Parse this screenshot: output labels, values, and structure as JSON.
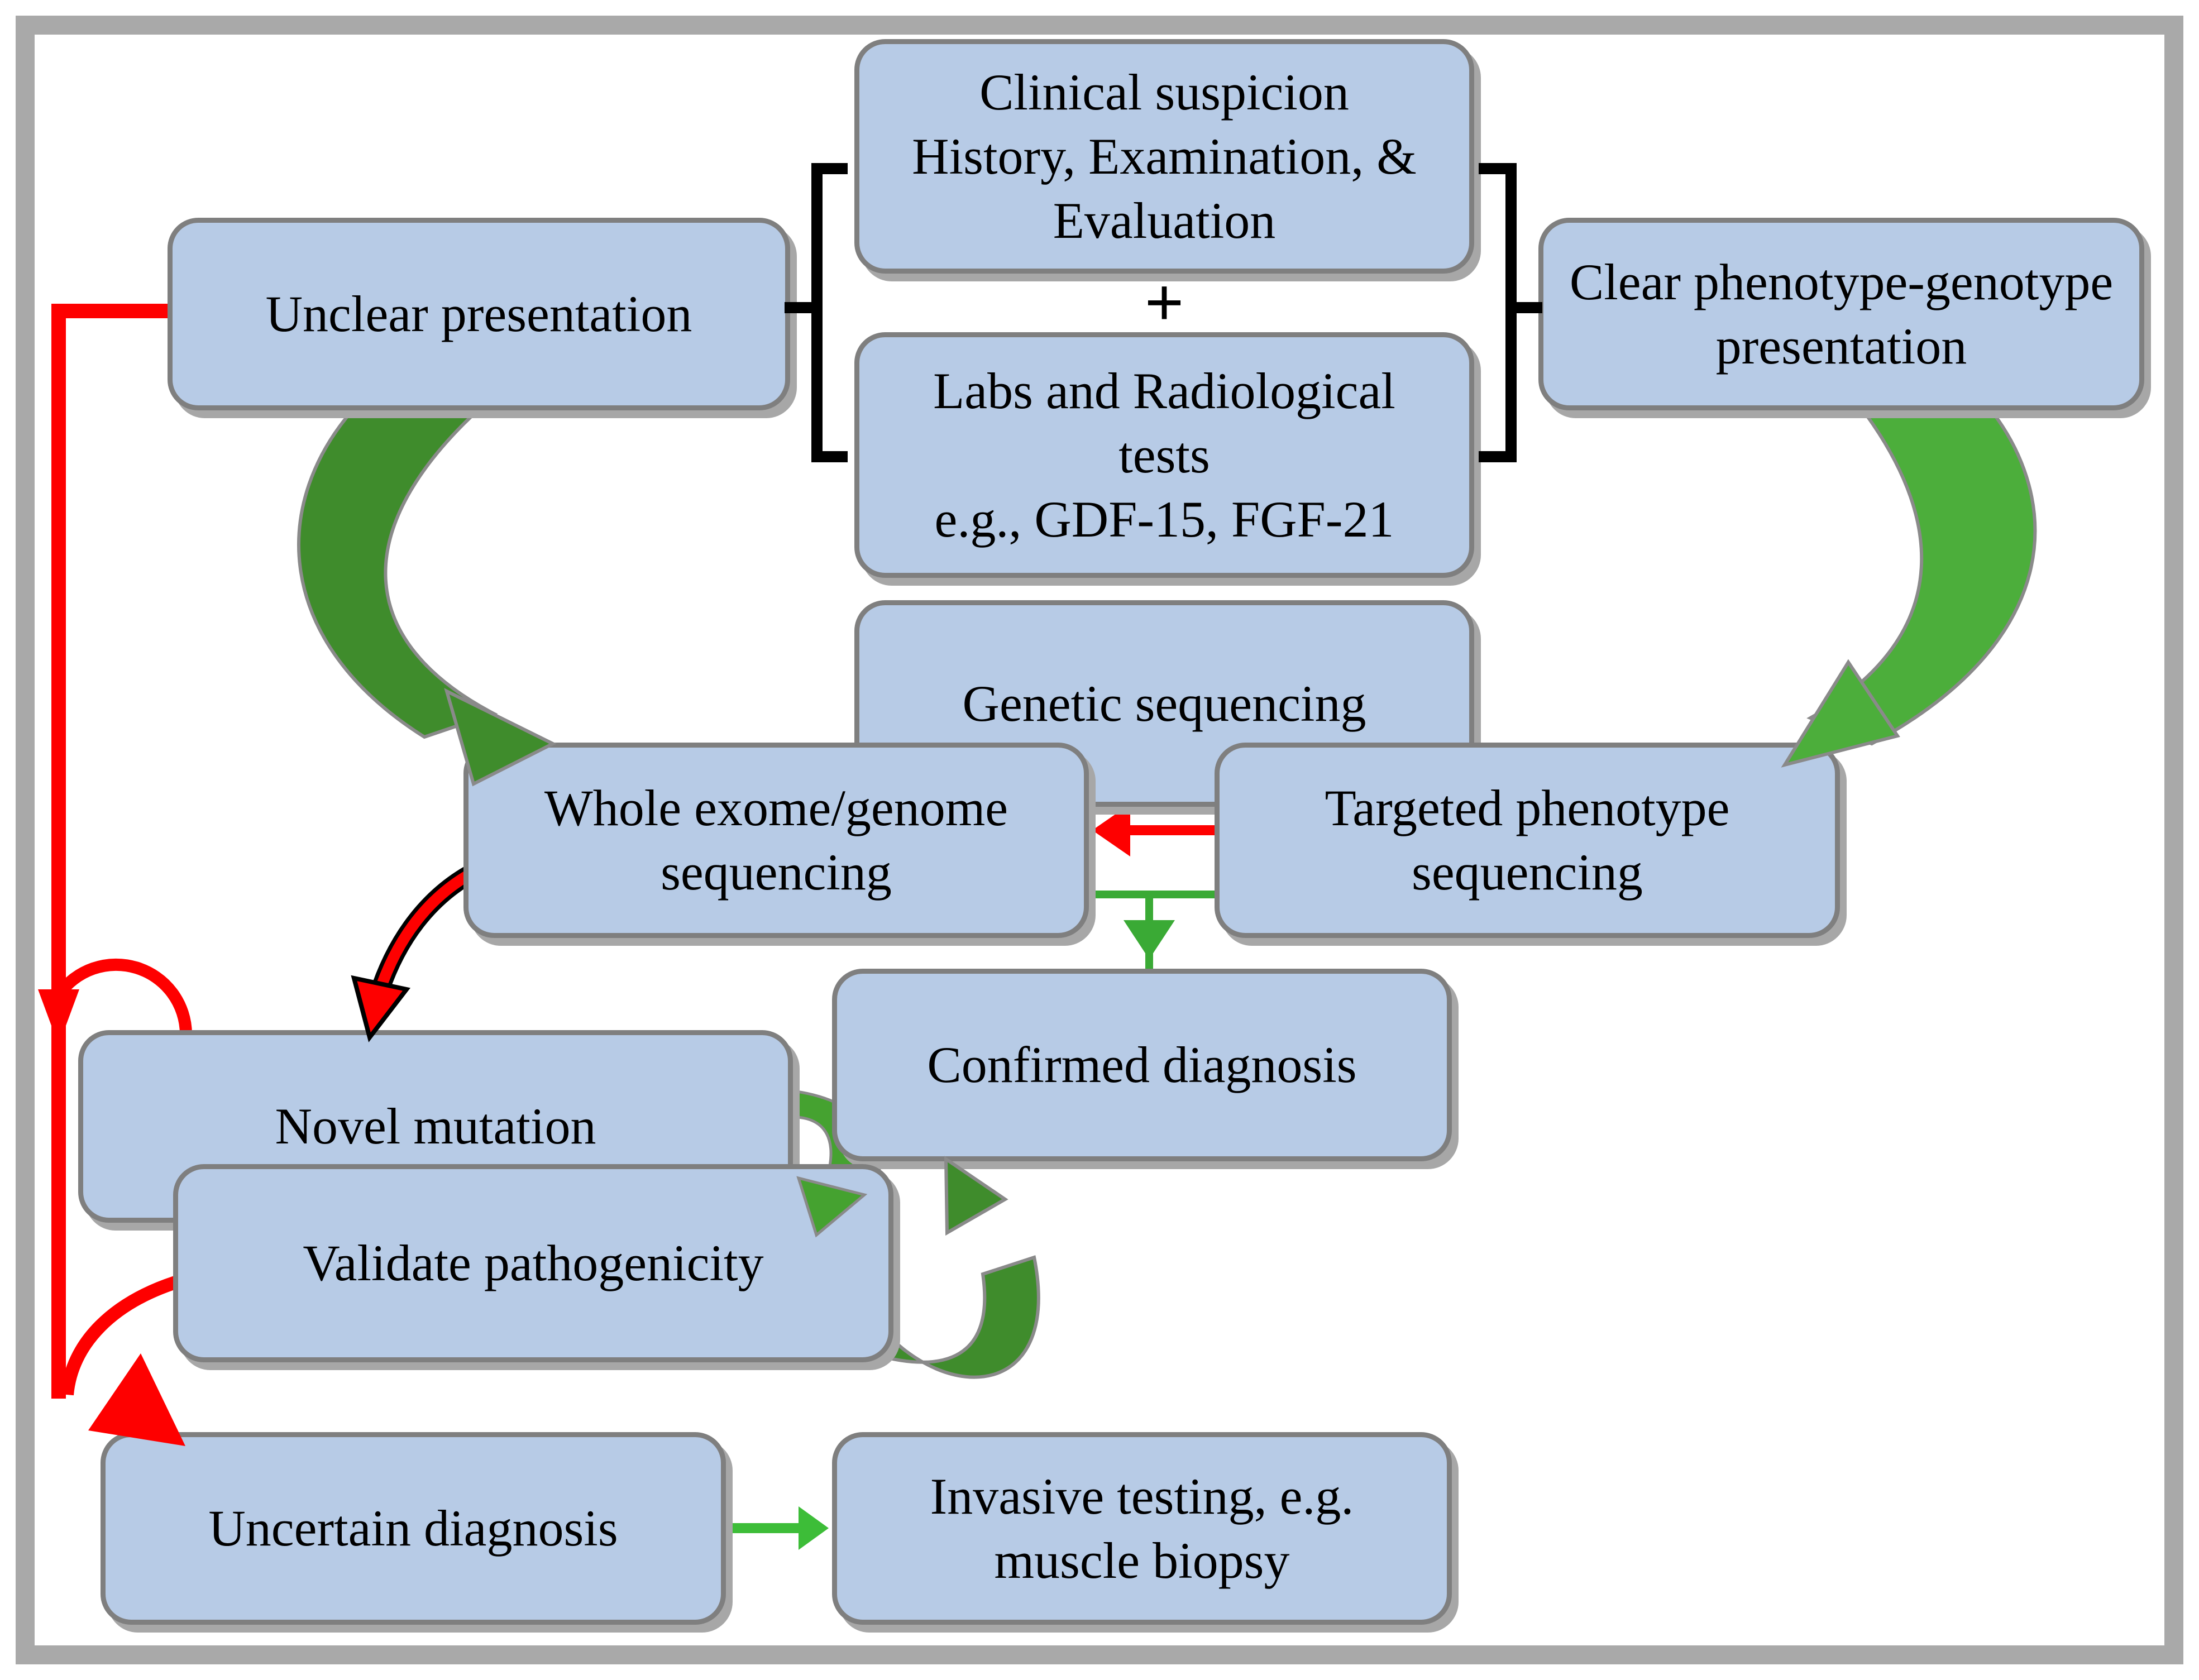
{
  "nodes": {
    "clinical_suspicion": {
      "label": "Clinical suspicion\nHistory, Examination, &\nEvaluation"
    },
    "labs_tests": {
      "label": "Labs and Radiological\ntests\ne.g., GDF-15, FGF-21"
    },
    "unclear_presentation": {
      "label": "Unclear presentation"
    },
    "clear_phenotype_genotype": {
      "label": "Clear phenotype-genotype\npresentation"
    },
    "genetic_sequencing": {
      "label": "Genetic sequencing"
    },
    "whole_exome_genome": {
      "label": "Whole exome/genome\nsequencing"
    },
    "targeted_phenotype": {
      "label": "Targeted phenotype\nsequencing"
    },
    "confirmed_diagnosis": {
      "label": "Confirmed diagnosis"
    },
    "novel_mutation": {
      "label": "Novel mutation"
    },
    "validate_pathogenicity": {
      "label": "Validate pathogenicity"
    },
    "uncertain_diagnosis": {
      "label": "Uncertain diagnosis"
    },
    "invasive_testing": {
      "label": "Invasive testing, e.g.\nmuscle biopsy"
    }
  },
  "operators": {
    "plus": "+"
  },
  "edges": [
    {
      "from": "unclear_presentation",
      "to": "clinical_suspicion+labs_tests",
      "style": "bracket",
      "color": "#000000"
    },
    {
      "from": "clinical_suspicion+labs_tests",
      "to": "clear_phenotype_genotype",
      "style": "bracket",
      "color": "#000000"
    },
    {
      "from": "unclear_presentation",
      "to": "whole_exome_genome",
      "style": "curved-arrow",
      "color": "#3f8c2c"
    },
    {
      "from": "clear_phenotype_genotype",
      "to": "targeted_phenotype",
      "style": "curved-arrow",
      "color": "#4cae3b"
    },
    {
      "from": "targeted_phenotype",
      "to": "whole_exome_genome",
      "style": "straight-arrow",
      "color": "#fe0000"
    },
    {
      "from": "whole_exome_genome+targeted_phenotype",
      "to": "confirmed_diagnosis",
      "style": "elbow-arrow",
      "color": "#3aaa35"
    },
    {
      "from": "whole_exome_genome",
      "to": "novel_mutation",
      "style": "curved-arrow",
      "color": "#fe0000"
    },
    {
      "from": "unclear_presentation",
      "to": "novel_mutation",
      "style": "line-branch-arc",
      "color": "#fe0000"
    },
    {
      "from": "unclear_presentation",
      "to": "uncertain_diagnosis",
      "style": "line-arrow",
      "color": "#fe0000"
    },
    {
      "from": "novel_mutation",
      "to": "validate_pathogenicity",
      "style": "curved-arrow",
      "color": "#45a230"
    },
    {
      "from": "validate_pathogenicity",
      "to": "confirmed_diagnosis",
      "style": "curved-arrow",
      "color": "#3f8c2c"
    },
    {
      "from": "validate_pathogenicity",
      "to": "uncertain_diagnosis",
      "style": "curved-line",
      "color": "#fe0000"
    },
    {
      "from": "uncertain_diagnosis",
      "to": "invasive_testing",
      "style": "straight-arrow",
      "color": "#3dbd38"
    }
  ],
  "colors": {
    "box_fill": "#b7cbe6",
    "box_border": "#7f7f7f",
    "box_shadow": "#a7a7a7",
    "frame": "#a9a9a9",
    "red": "#fe0000",
    "green_dark": "#3f8c2c",
    "green_mid": "#45a230",
    "green_bright": "#4cae3b",
    "green_connector": "#3aaa35",
    "bracket": "#000000"
  }
}
